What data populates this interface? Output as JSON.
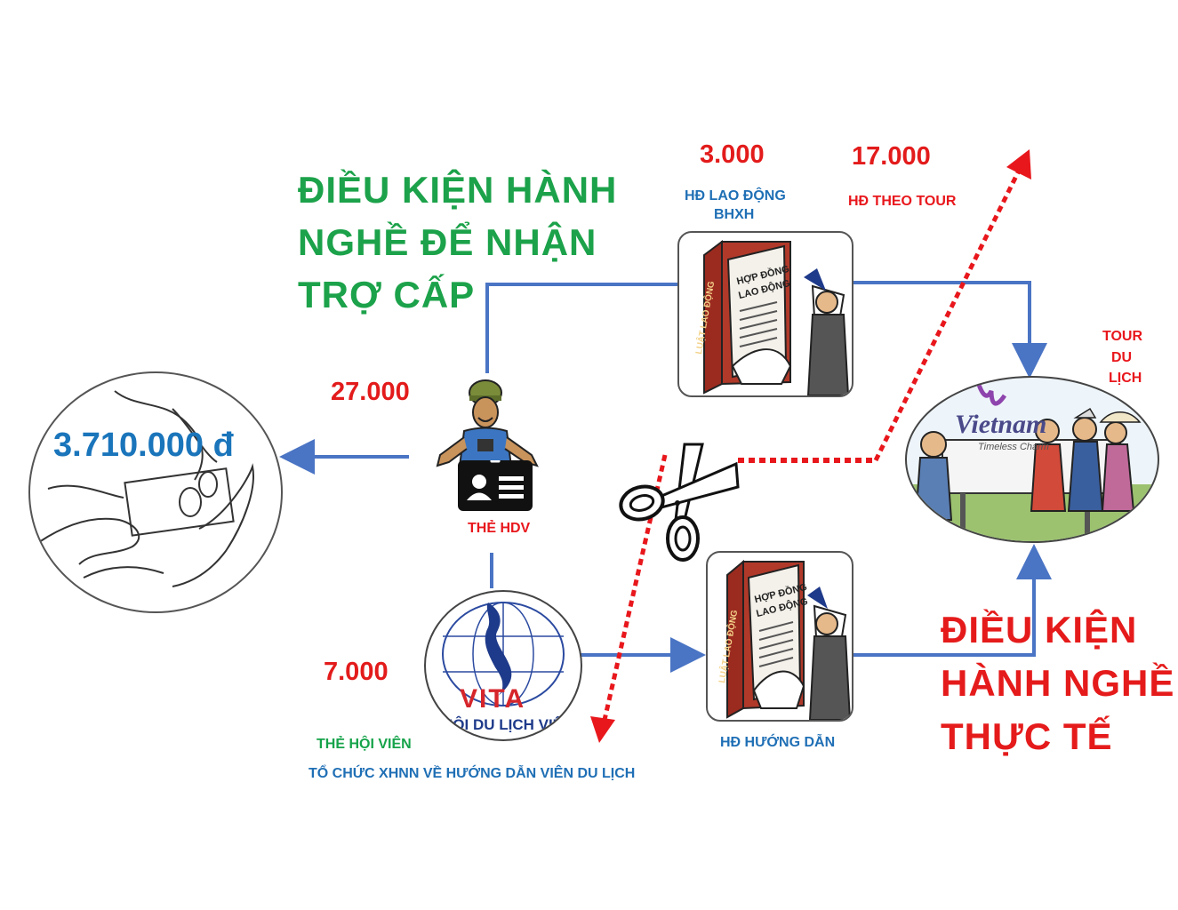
{
  "headings": {
    "subsidy_condition": [
      "ĐIỀU KIỆN HÀNH",
      "NGHỀ ĐỂ NHẬN",
      "TRỢ CẤP"
    ],
    "actual_condition": [
      "ĐIỀU KIỆN",
      "HÀNH NGHỀ",
      "THỰC TẾ"
    ]
  },
  "amount": "3.710.000 đ",
  "numbers": {
    "guide_card": "27.000",
    "labor_contract": "3.000",
    "per_tour_contract": "17.000",
    "member_card": "7.000"
  },
  "labels": {
    "labor_contract": [
      "HĐ LAO ĐỘNG",
      "BHXH"
    ],
    "per_tour_contract": "HĐ THEO TOUR",
    "tour": [
      "TOUR",
      "DU",
      "LỊCH"
    ],
    "guide_card": "THẺ HDV",
    "member_card": "THẺ HỘI VIÊN",
    "organization": "TỔ CHỨC XHNN VỀ HƯỚNG DẪN VIÊN DU LỊCH",
    "guide_contract": "HĐ HƯỚNG DẪN"
  },
  "illustrations": {
    "book_title": [
      "HỢP ĐỒNG",
      "LAO ĐỘNG"
    ],
    "book_spine": "LUẬT LAO ĐỘNG",
    "vita_logo": "VITA",
    "vita_subtitle": "HỘI DU LỊCH VIỆT",
    "vietnam_sign": "Vietnam",
    "vietnam_tagline": "Timeless Charm"
  },
  "colors": {
    "arrow_blue": "#4a74c4",
    "dotted_red": "#e8171c",
    "heading_green": "#1ca24a",
    "heading_red": "#e51b1b",
    "label_blue": "#1f6fb5",
    "amount_blue": "#1a75bb"
  },
  "icons": [
    "money-hands-icon",
    "tour-guide-icon",
    "id-card-icon",
    "scissors-icon",
    "contract-book-icon",
    "vita-logo-icon",
    "vietnam-tourists-icon"
  ]
}
